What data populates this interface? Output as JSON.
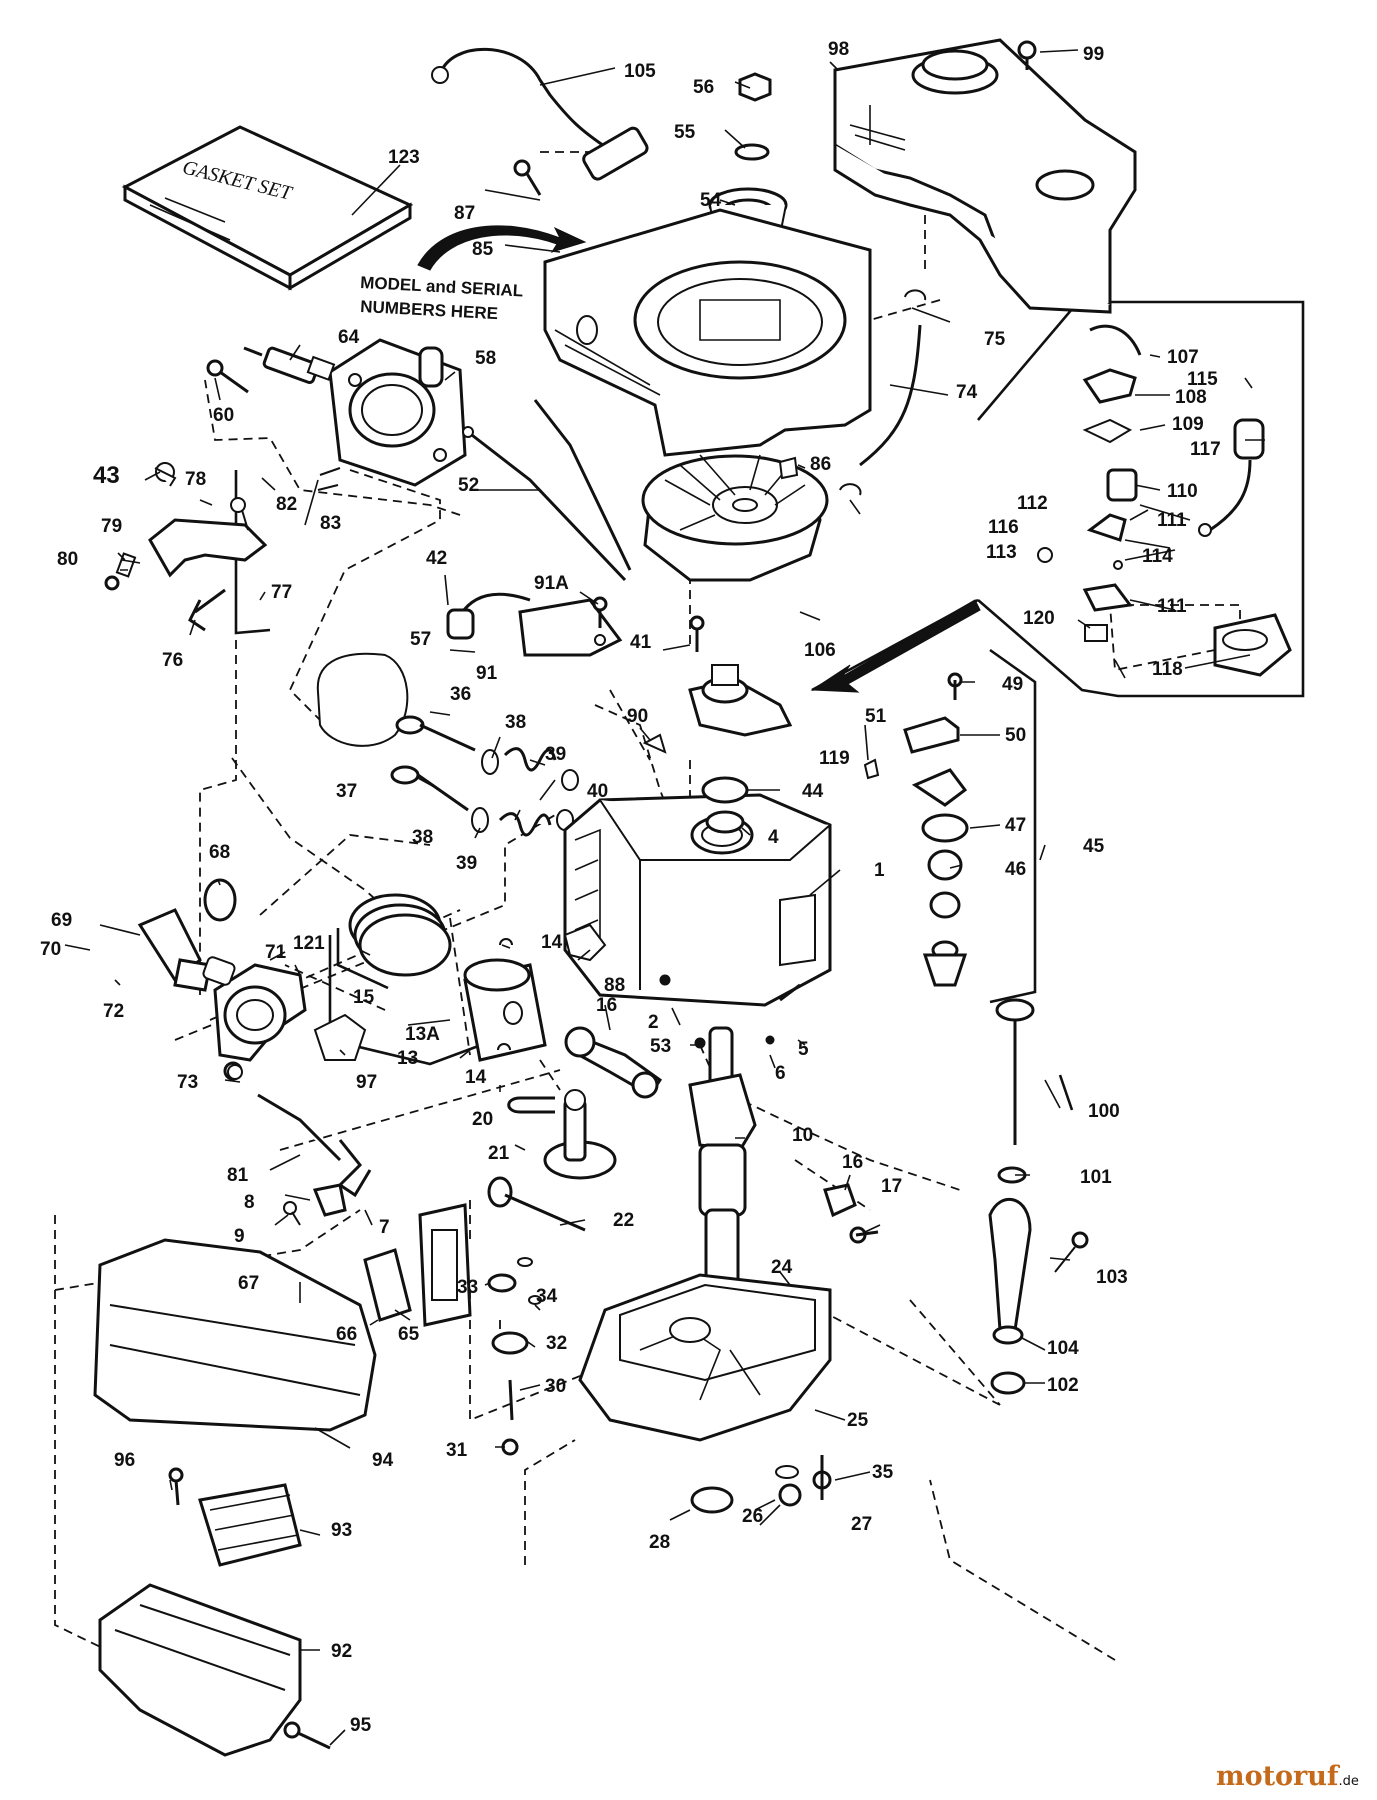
{
  "callout_labels": [
    "105",
    "99",
    "98",
    "56",
    "55",
    "123",
    "54",
    "87",
    "85",
    "64",
    "58",
    "75",
    "74",
    "107",
    "115",
    "108",
    "109",
    "117",
    "110",
    "112",
    "111",
    "116",
    "113",
    "114",
    "60",
    "43",
    "78",
    "82",
    "83",
    "52",
    "86",
    "80",
    "79",
    "77",
    "76",
    "42",
    "91A",
    "41",
    "106",
    "120",
    "118",
    "111",
    "57",
    "91",
    "49",
    "36",
    "38",
    "90",
    "50",
    "51",
    "39",
    "119",
    "37",
    "40",
    "44",
    "38",
    "39",
    "4",
    "47",
    "68",
    "46",
    "1",
    "45",
    "69",
    "71",
    "121",
    "70",
    "14",
    "88",
    "72",
    "15",
    "16",
    "2",
    "53",
    "5",
    "13A",
    "13",
    "6",
    "73",
    "97",
    "14",
    "20",
    "100",
    "21",
    "10",
    "101",
    "81",
    "16",
    "17",
    "8",
    "22",
    "9",
    "7",
    "103",
    "67",
    "33",
    "34",
    "24",
    "66",
    "65",
    "32",
    "104",
    "102",
    "30",
    "25",
    "94",
    "31",
    "96",
    "35",
    "28",
    "26",
    "27",
    "93",
    "92",
    "95"
  ],
  "gasket_box_text": "GASKET SET",
  "annotation_line1": "MODEL and SERIAL",
  "annotation_line2": "NUMBERS HERE",
  "watermark_main": "motoruf",
  "watermark_tld": ".de",
  "colors": {
    "ink": "#111111",
    "background": "#ffffff",
    "watermark": "#c46a1a"
  }
}
